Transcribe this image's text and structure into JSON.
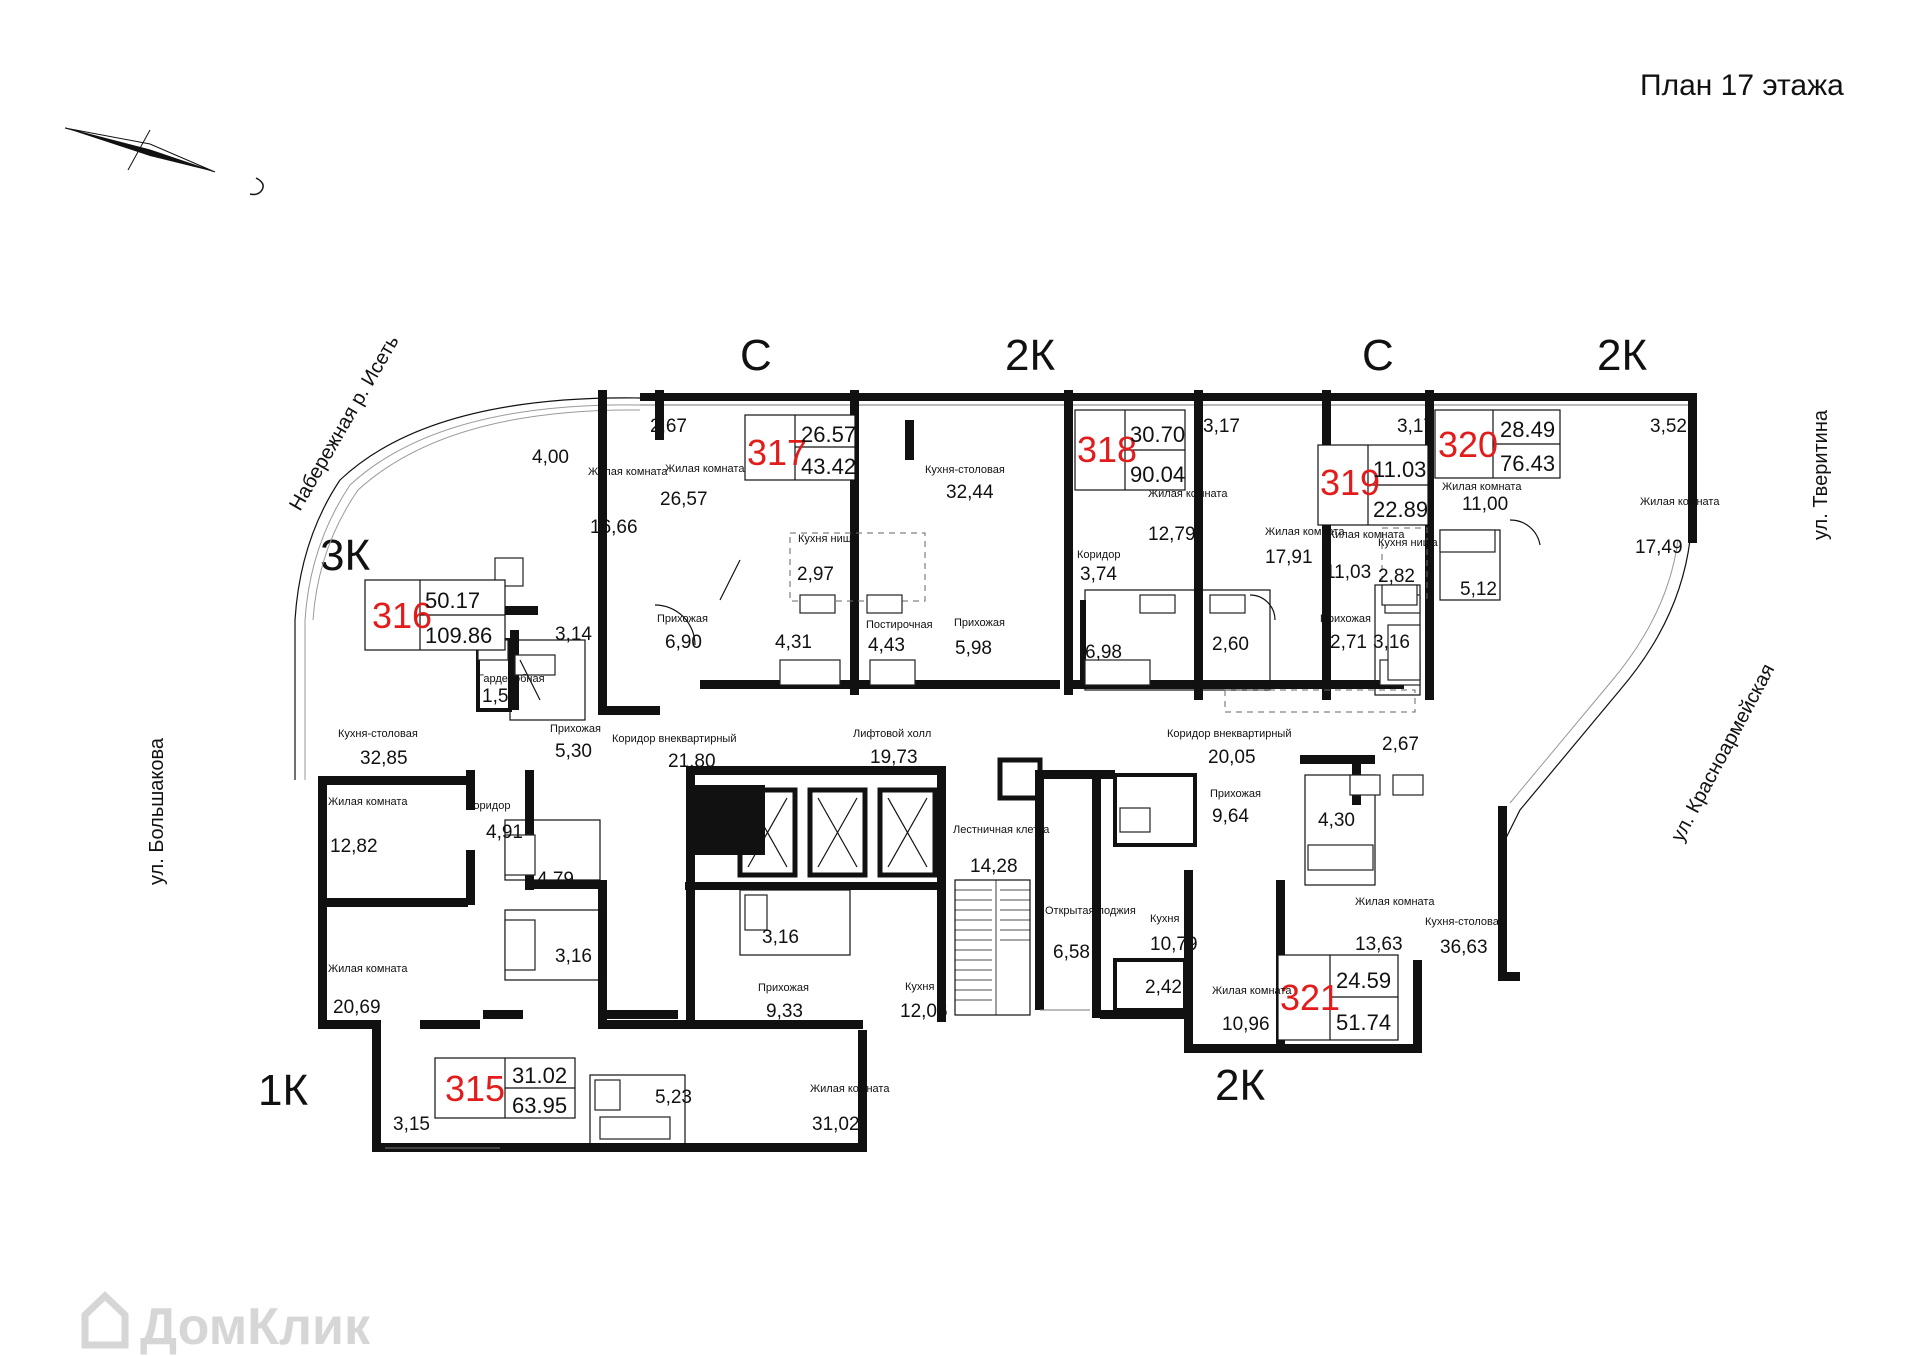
{
  "title": "План 17 этажа",
  "streets": {
    "embankment": "Набережная р. Исеть",
    "bolshakova": "ул. Большакова",
    "tveritina": "ул. Тверитина",
    "krasnoarmeyskaya": "ул. Красноармейская"
  },
  "apartment_types": [
    "С",
    "2К",
    "С",
    "2К",
    "3К",
    "1К",
    "2К"
  ],
  "apartments": [
    {
      "number": "315",
      "living": "31.02",
      "total": "63.95"
    },
    {
      "number": "316",
      "living": "50.17",
      "total": "109.86"
    },
    {
      "number": "317",
      "living": "26.57",
      "total": "43.42"
    },
    {
      "number": "318",
      "living": "30.70",
      "total": "90.04"
    },
    {
      "number": "319",
      "living": "11.03",
      "total": "22.89"
    },
    {
      "number": "320",
      "living": "28.49",
      "total": "76.43"
    },
    {
      "number": "321",
      "living": "24.59",
      "total": "51.74"
    }
  ],
  "rooms": {
    "r1": {
      "area": "2,67"
    },
    "r2": {
      "name": "Жилая комната",
      "area": "26,57"
    },
    "r3": {
      "name": "Кухня-столовая",
      "area": "32,44"
    },
    "r4": {
      "area": "4,00"
    },
    "r5": {
      "name": "Жилая комната",
      "area": "16,66"
    },
    "r6": {
      "name": "Кухня ниша",
      "area": "2,97"
    },
    "r7": {
      "area": "3,17"
    },
    "r8": {
      "name": "Жилая комната",
      "area": "12,79"
    },
    "r9": {
      "name": "Коридор",
      "area": "3,74"
    },
    "r10": {
      "name": "Жилая комната",
      "area": "17,91"
    },
    "r11": {
      "area": "3,17"
    },
    "r12": {
      "name": "Жилая комната",
      "area": "11,03"
    },
    "r13": {
      "name": "Кухня ниша",
      "area": "2,82"
    },
    "r14": {
      "name": "Жилая комната",
      "area": "11,00"
    },
    "r15": {
      "area": "3,52"
    },
    "r16": {
      "name": "Жилая комната",
      "area": "17,49"
    },
    "r17": {
      "name": "Прихожая",
      "area": "6,90"
    },
    "r18": {
      "area": "4,31"
    },
    "r19": {
      "name": "Постирочная",
      "area": "4,43"
    },
    "r20": {
      "name": "Прихожая",
      "area": "5,98"
    },
    "r21": {
      "area": "6,98"
    },
    "r22": {
      "area": "2,60"
    },
    "r23": {
      "name": "Прихожая",
      "area": "2,71"
    },
    "r24": {
      "area": "3,16"
    },
    "r25": {
      "area": "5,12"
    },
    "r26": {
      "area": "3,14"
    },
    "r27": {
      "name": "Гардеробная",
      "area": "1,54"
    },
    "r28": {
      "name": "Кухня-столовая",
      "area": "32,85"
    },
    "r29": {
      "name": "Прихожая",
      "area": "5,30"
    },
    "r30": {
      "name": "Коридор внеквартирный",
      "area": "21,80"
    },
    "r31": {
      "name": "Лифтовой холл",
      "area": "19,73"
    },
    "r32": {
      "name": "Коридор внеквартирный",
      "area": "20,05"
    },
    "r33": {
      "area": "2,67"
    },
    "r34": {
      "name": "Жилая комната",
      "area": "12,82"
    },
    "r35": {
      "name": "Коридор",
      "area": "4,91"
    },
    "r36": {
      "area": "4,79"
    },
    "r37": {
      "area": "3,16"
    },
    "r38": {
      "name": "Лестничная клетка",
      "area": "14,28"
    },
    "r39": {
      "name": "Прихожая",
      "area": "9,64"
    },
    "r40": {
      "area": "4,30"
    },
    "r41": {
      "name": "Открытая лоджия",
      "area": "6,58"
    },
    "r42": {
      "name": "Кухня",
      "area": "10,79"
    },
    "r43": {
      "name": "Жилая комната",
      "area": "13,63"
    },
    "r44": {
      "name": "Кухня-столовая",
      "area": "36,63"
    },
    "r45": {
      "name": "Жилая комната",
      "area": "20,69"
    },
    "r46": {
      "area": "3,16"
    },
    "r47": {
      "name": "Прихожая",
      "area": "9,33"
    },
    "r48": {
      "name": "Кухня",
      "area": "12,06"
    },
    "r49": {
      "area": "2,42"
    },
    "r50": {
      "name": "Жилая комната",
      "area": "10,96"
    },
    "r51": {
      "area": "3,15"
    },
    "r52": {
      "area": "5,23"
    },
    "r53": {
      "name": "Жилая комната",
      "area": "31,02"
    }
  },
  "watermark": "ДомКлик"
}
